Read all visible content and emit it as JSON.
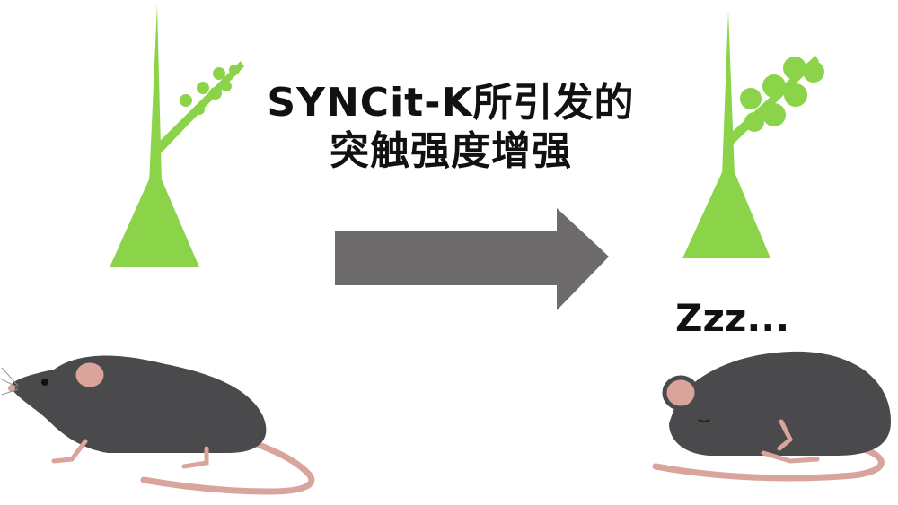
{
  "caption": {
    "line1": "SYNCit-K所引发的",
    "line2": "突触强度增强"
  },
  "sleep_text": "Zzz...",
  "colors": {
    "neuron": "#8BD44A",
    "arrow": "#6E6B6C",
    "mouse_body": "#4A4A4C",
    "mouse_pink": "#D9A49C",
    "text": "#111111"
  }
}
